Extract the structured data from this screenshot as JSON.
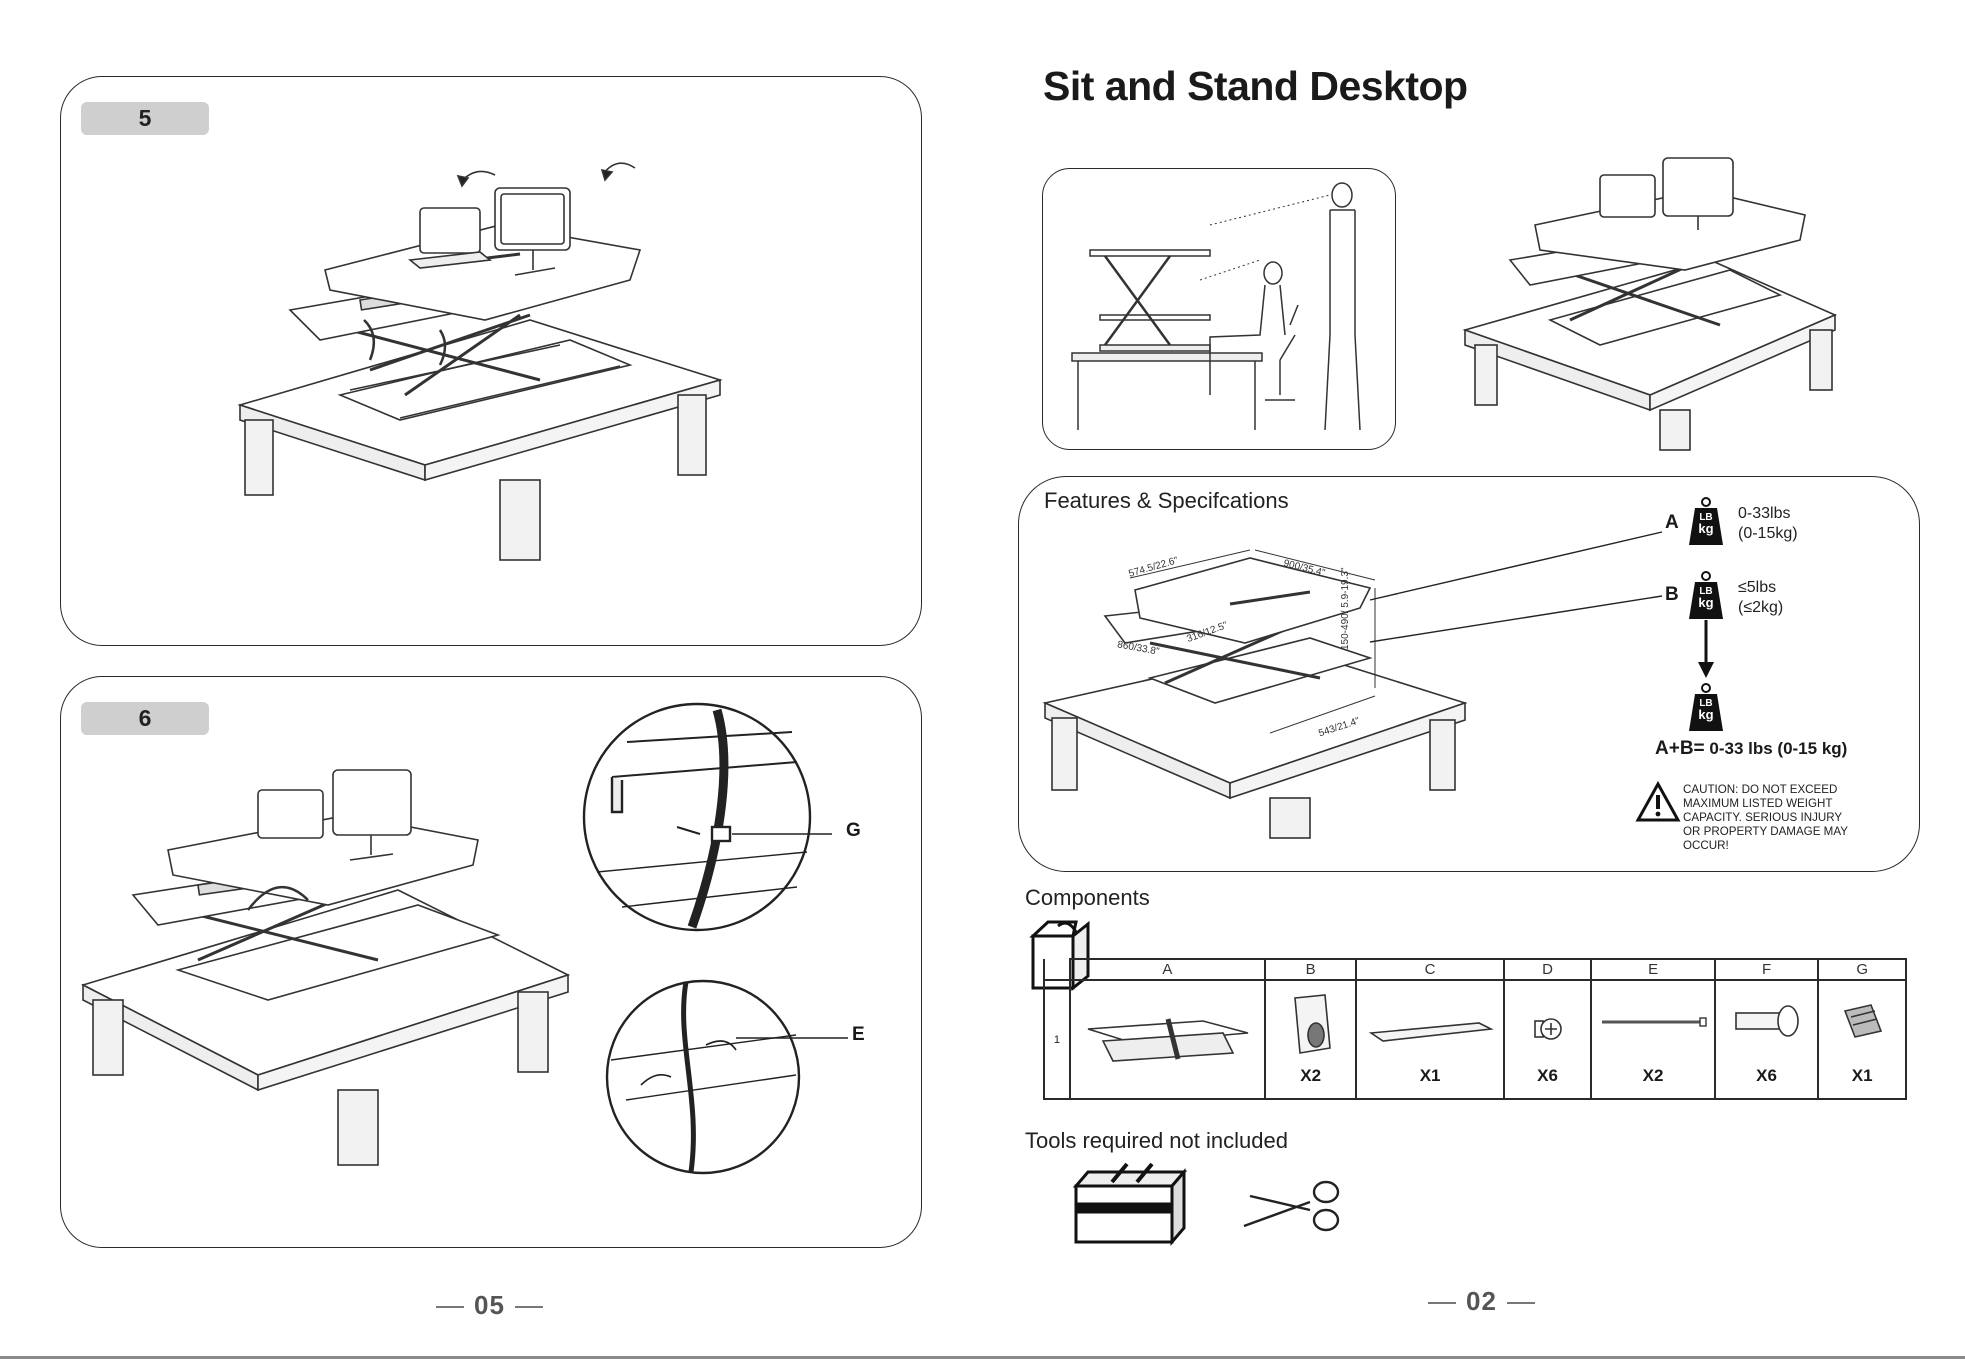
{
  "left_page": {
    "step5": {
      "label": "5"
    },
    "step6": {
      "label": "6",
      "callout_g": "G",
      "callout_e": "E"
    },
    "page_number": "05"
  },
  "right_page": {
    "title": "Sit and Stand Desktop",
    "features": {
      "heading": "Features & Specifcations",
      "dimensions": {
        "depth": "574.5/22.6\"",
        "width": "900/35.4\"",
        "keyboard_width": "860/33.8\"",
        "keyboard_depth": "316/12.5\"",
        "height": "150-490/ 5.9-19.3\"",
        "base": "543/21.4\""
      },
      "weight_a": {
        "letter": "A",
        "line1": "0-33lbs",
        "line2": "(0-15kg)"
      },
      "weight_b": {
        "letter": "B",
        "line1": "≤5lbs",
        "line2": "(≤2kg)"
      },
      "weight_icon": {
        "line1": "LB",
        "line2": "kg"
      },
      "total": {
        "prefix": "A+B=",
        "value": "0-33 lbs (0-15 kg)"
      },
      "caution": [
        "CAUTION:  DO NOT EXCEED",
        "MAXIMUM LISTED WEIGHT",
        "CAPACITY. SERIOUS INJURY",
        "OR PROPERTY DAMAGE MAY",
        "OCCUR!"
      ]
    },
    "components": {
      "heading": "Components",
      "row_label": "1",
      "columns": [
        {
          "letter": "A",
          "qty": ""
        },
        {
          "letter": "B",
          "qty": "X2"
        },
        {
          "letter": "C",
          "qty": "X1"
        },
        {
          "letter": "D",
          "qty": "X6"
        },
        {
          "letter": "E",
          "qty": "X2"
        },
        {
          "letter": "F",
          "qty": "X6"
        },
        {
          "letter": "G",
          "qty": "X1"
        }
      ]
    },
    "tools": {
      "heading": "Tools required not included"
    },
    "page_number": "02"
  }
}
